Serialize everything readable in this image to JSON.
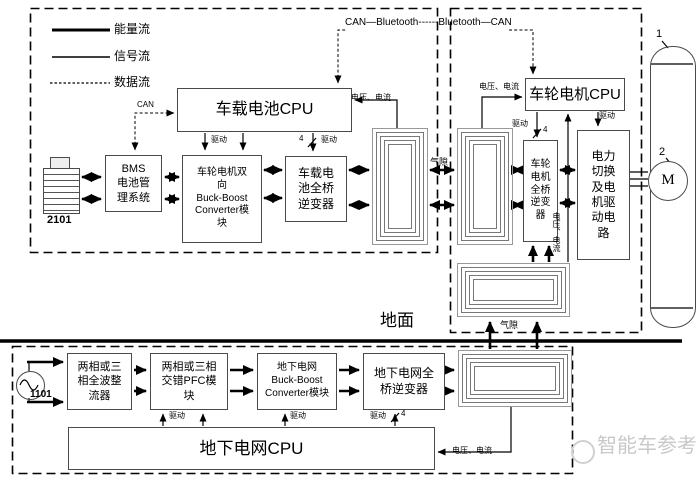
{
  "legend": {
    "energy_flow": "能量流",
    "signal_flow": "信号流",
    "data_flow": "数据流"
  },
  "comm_link": "CAN—Bluetooth------Bluetooth—CAN",
  "labels": {
    "can": "CAN",
    "drive": "驱动",
    "four": "4",
    "voltage_current": "电压、电流",
    "air_gap": "气隙",
    "ground": "地面"
  },
  "blocks": {
    "battery_id": "2101",
    "bms": "BMS\n电池管\n理系统",
    "vehicle_buckboost": "车轮电机双\n向\nBuck-Boost\nConverter模\n块",
    "battery_cpu": "车载电池CPU",
    "vehicle_fullbridge": "车载电\n池全桥\n逆变器",
    "wheel_cpu": "车轮电机CPU",
    "wheel_fullbridge": "车轮\n电机\n全桥\n逆变\n器",
    "power_switch": "电力\n切换\n及电\n机驱\n动电\n路",
    "motor": "M",
    "motor_num": "2",
    "wheel_num": "1",
    "ac_source_id": "1101",
    "rectifier": "两相或三\n相全波整\n流器",
    "pfc": "两相或三相\n交错PFC模\n块",
    "underground_buckboost": "地下电网\nBuck-Boost\nConverter模块",
    "underground_fullbridge": "地下电网全\n桥逆变器",
    "underground_cpu": "地下电网CPU"
  },
  "watermark": "智能车参考",
  "colors": {
    "line": "#000000",
    "coil": "#777777",
    "watermark": "#c9c9c9"
  }
}
